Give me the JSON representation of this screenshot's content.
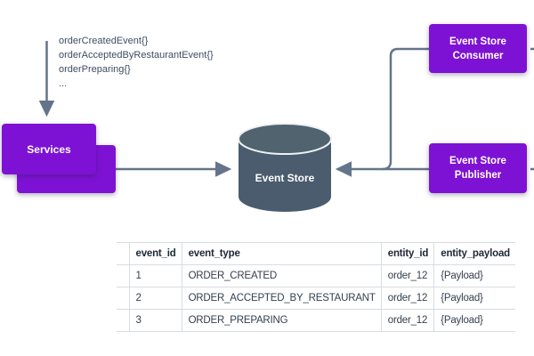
{
  "colors": {
    "purple": "#7e12d4",
    "cylinder": "#4a5c6d",
    "cylinder_top": "#51636f",
    "line": "#64748b"
  },
  "events": {
    "lines": [
      "orderCreatedEvent{}",
      "orderAcceptedByRestaurantEvent{}",
      "orderPreparing{}",
      "..."
    ]
  },
  "nodes": {
    "services": {
      "label": "Services"
    },
    "event_store": {
      "label": "Event Store"
    },
    "consumer": {
      "line1": "Event Store",
      "line2": "Consumer"
    },
    "publisher": {
      "line1": "Event Store",
      "line2": "Publisher"
    }
  },
  "table": {
    "headers": [
      "event_id",
      "event_type",
      "entity_id",
      "entity_payload"
    ],
    "rows": [
      [
        "1",
        "ORDER_CREATED",
        "order_12",
        "{Payload}"
      ],
      [
        "2",
        "ORDER_ACCEPTED_BY_RESTAURANT",
        "order_12",
        "{Payload}"
      ],
      [
        "3",
        "ORDER_PREPARING",
        "order_12",
        "{Payload}"
      ]
    ]
  }
}
